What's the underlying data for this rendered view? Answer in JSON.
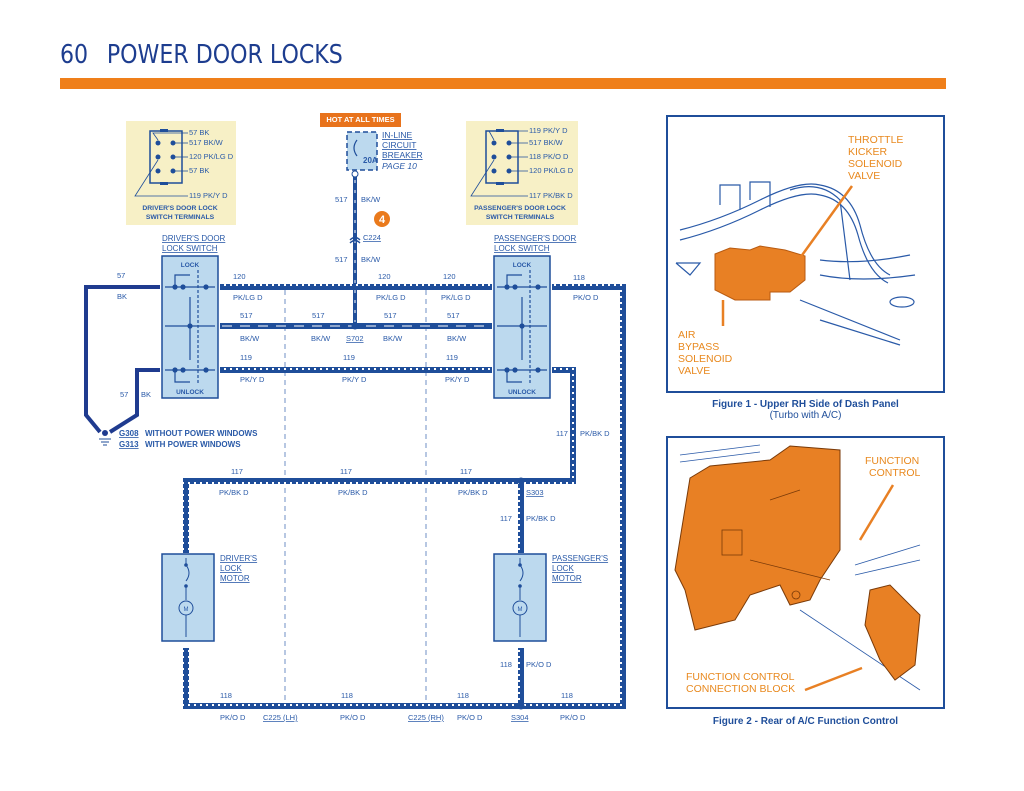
{
  "header": {
    "page_number": "60",
    "title": "POWER DOOR LOCKS",
    "accent_color": "#ef7f1a"
  },
  "power": {
    "hot_badge": "HOT AT ALL TIMES",
    "breaker_lines": [
      "IN-LINE",
      "CIRCUIT",
      "BREAKER"
    ],
    "breaker_ref": "PAGE 10",
    "breaker_rating": "20A",
    "circuit_number_top": "517",
    "circuit_color_top": "BK/W",
    "circuit_number_bottom": "517",
    "circuit_color_bottom": "BK/W",
    "connector": "C224",
    "callout_number": "4"
  },
  "driver_terminals": {
    "caption_line1": "DRIVER'S DOOR LOCK",
    "caption_line2": "SWITCH TERMINALS",
    "pins": [
      "57 BK",
      "517 BK/W",
      "120 PK/LG D",
      "57 BK",
      "119 PK/Y D"
    ]
  },
  "passenger_terminals": {
    "caption_line1": "PASSENGER'S DOOR LOCK",
    "caption_line2": "SWITCH TERMINALS",
    "pins": [
      "119 PK/Y D",
      "517 BK/W",
      "118 PK/O D",
      "120 PK/LG D",
      "117 PK/BK D"
    ]
  },
  "driver_switch": {
    "label_line1": "DRIVER'S DOOR",
    "label_line2": "LOCK SWITCH",
    "lock": "LOCK",
    "unlock": "UNLOCK"
  },
  "passenger_switch": {
    "label_line1": "PASSENGER'S DOOR",
    "label_line2": "LOCK SWITCH",
    "lock": "LOCK",
    "unlock": "UNLOCK"
  },
  "wires": {
    "ground_top_num": "57",
    "ground_top_color": "BK",
    "ground_bottom": "57",
    "ground_bottom_color": "BK",
    "w120": "120",
    "w120c": "PK/LG D",
    "w517": "517",
    "w517c": "BK/W",
    "w119": "119",
    "w119c": "PK/Y D",
    "w118": "118",
    "w118c": "PK/O D",
    "w117": "117",
    "w117c": "PK/BK D",
    "splice_s702": "S702",
    "splice_s303": "S303",
    "splice_s304": "S304",
    "conn_c225_lh": "C225 (LH)",
    "conn_c225_rh": "C225 (RH)"
  },
  "grounds": [
    {
      "id": "G308",
      "desc": "WITHOUT POWER WINDOWS"
    },
    {
      "id": "G313",
      "desc": "WITH POWER WINDOWS"
    }
  ],
  "motors": {
    "driver": [
      "DRIVER'S",
      "LOCK",
      "MOTOR"
    ],
    "passenger": [
      "PASSENGER'S",
      "LOCK",
      "MOTOR"
    ],
    "motor_symbol": "M"
  },
  "figure1": {
    "label_top": [
      "THROTTLE",
      "KICKER",
      "SOLENOID",
      "VALVE"
    ],
    "label_bottom": [
      "AIR",
      "BYPASS",
      "SOLENOID",
      "VALVE"
    ],
    "caption_line1": "Figure 1 - Upper RH Side of Dash Panel",
    "caption_line2": "(Turbo with A/C)"
  },
  "figure2": {
    "label_top": [
      "FUNCTION",
      "CONTROL"
    ],
    "label_bottom": [
      "FUNCTION CONTROL",
      "CONNECTION BLOCK"
    ],
    "caption": "Figure 2 - Rear of A/C Function Control"
  }
}
